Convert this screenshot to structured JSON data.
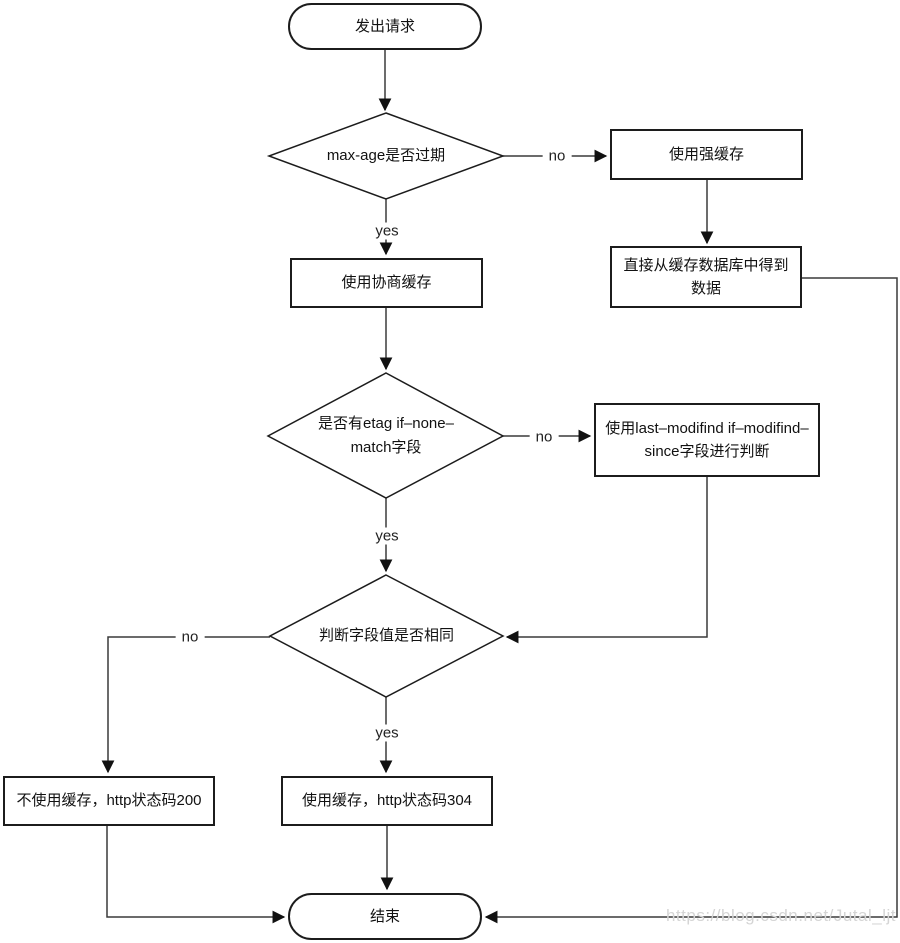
{
  "nodes": {
    "start": "发出请求",
    "check_max_age": "max-age是否过期",
    "strong_cache": "使用强缓存",
    "fetch_from_cache_db": "直接从缓存数据库中得到数据",
    "negotiation_cache": "使用协商缓存",
    "check_etag": "是否有etag if–none–match字段",
    "last_modified_check": "使用last–modifind if–modifind–since字段进行判断",
    "compare_field": "判断字段值是否相同",
    "no_cache_200": "不使用缓存，http状态码200",
    "use_cache_304": "使用缓存，http状态码304",
    "end": "结束"
  },
  "edge_labels": {
    "max_age_no": "no",
    "max_age_yes": "yes",
    "etag_no": "no",
    "etag_yes": "yes",
    "compare_no": "no",
    "compare_yes": "yes"
  },
  "watermark": "https://blog.csdn.net/Jutal_ljt",
  "colors": {
    "line": "#3a3a3a",
    "shape_border": "#1c1c1c",
    "watermark": "#d5d5d5"
  }
}
